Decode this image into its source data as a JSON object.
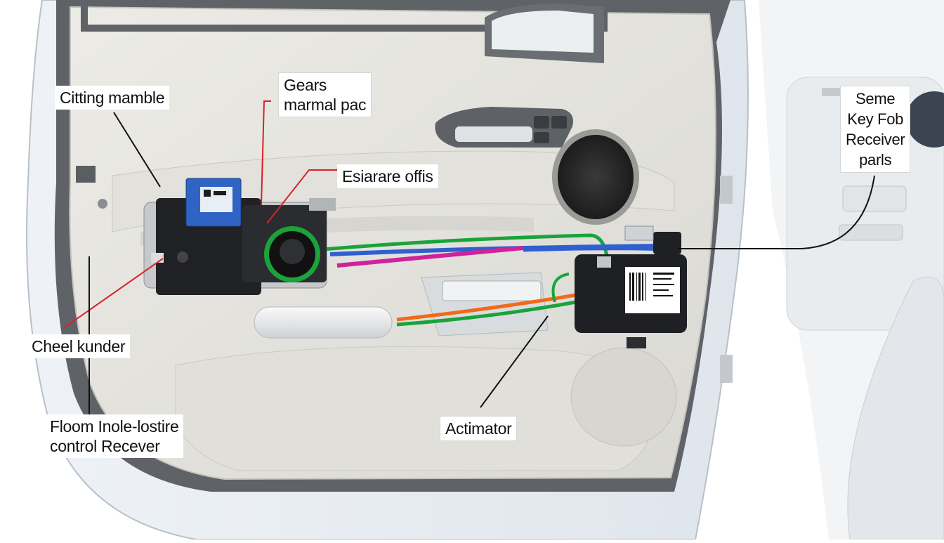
{
  "diagram": {
    "components": {
      "control_module": "control-module",
      "gear_motor": "gear-motor",
      "actuator": "actuator",
      "door_handle": "door-handle",
      "speaker": "speaker"
    },
    "labels": {
      "citting_mamble": "Citting mamble",
      "gears": [
        "Gears",
        "marmal pac"
      ],
      "esiarare": "Esiarare offis",
      "key_fob": [
        "Seme",
        "Key Fob",
        "Receiver",
        "parls"
      ],
      "cheel_kunder": "Cheel kunder",
      "floom": [
        "Floom Inole-lostire",
        "control Recever"
      ],
      "actimator": "Actimator"
    },
    "wire_colors": {
      "green": "#1aa33a",
      "blue": "#2f5fd0",
      "magenta": "#d0229a",
      "orange": "#f06a1a",
      "red_leader": "#d8222a",
      "black_leader": "#111111"
    }
  }
}
